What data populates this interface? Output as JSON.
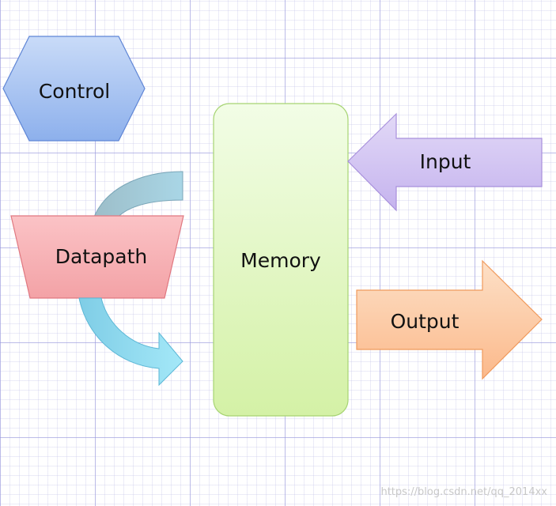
{
  "diagram": {
    "control": {
      "label": "Control"
    },
    "datapath": {
      "label": "Datapath"
    },
    "memory": {
      "label": "Memory"
    },
    "input": {
      "label": "Input"
    },
    "output": {
      "label": "Output"
    }
  },
  "watermark": "https://blog.csdn.net/qq_2014xx",
  "colors": {
    "control": "#9ab8ef",
    "datapath": "#f6a5a8",
    "memory": "#dff5bd",
    "input": "#d1c3f0",
    "output": "#fcc9a1",
    "curve_arrows": "#8fd8ee"
  }
}
